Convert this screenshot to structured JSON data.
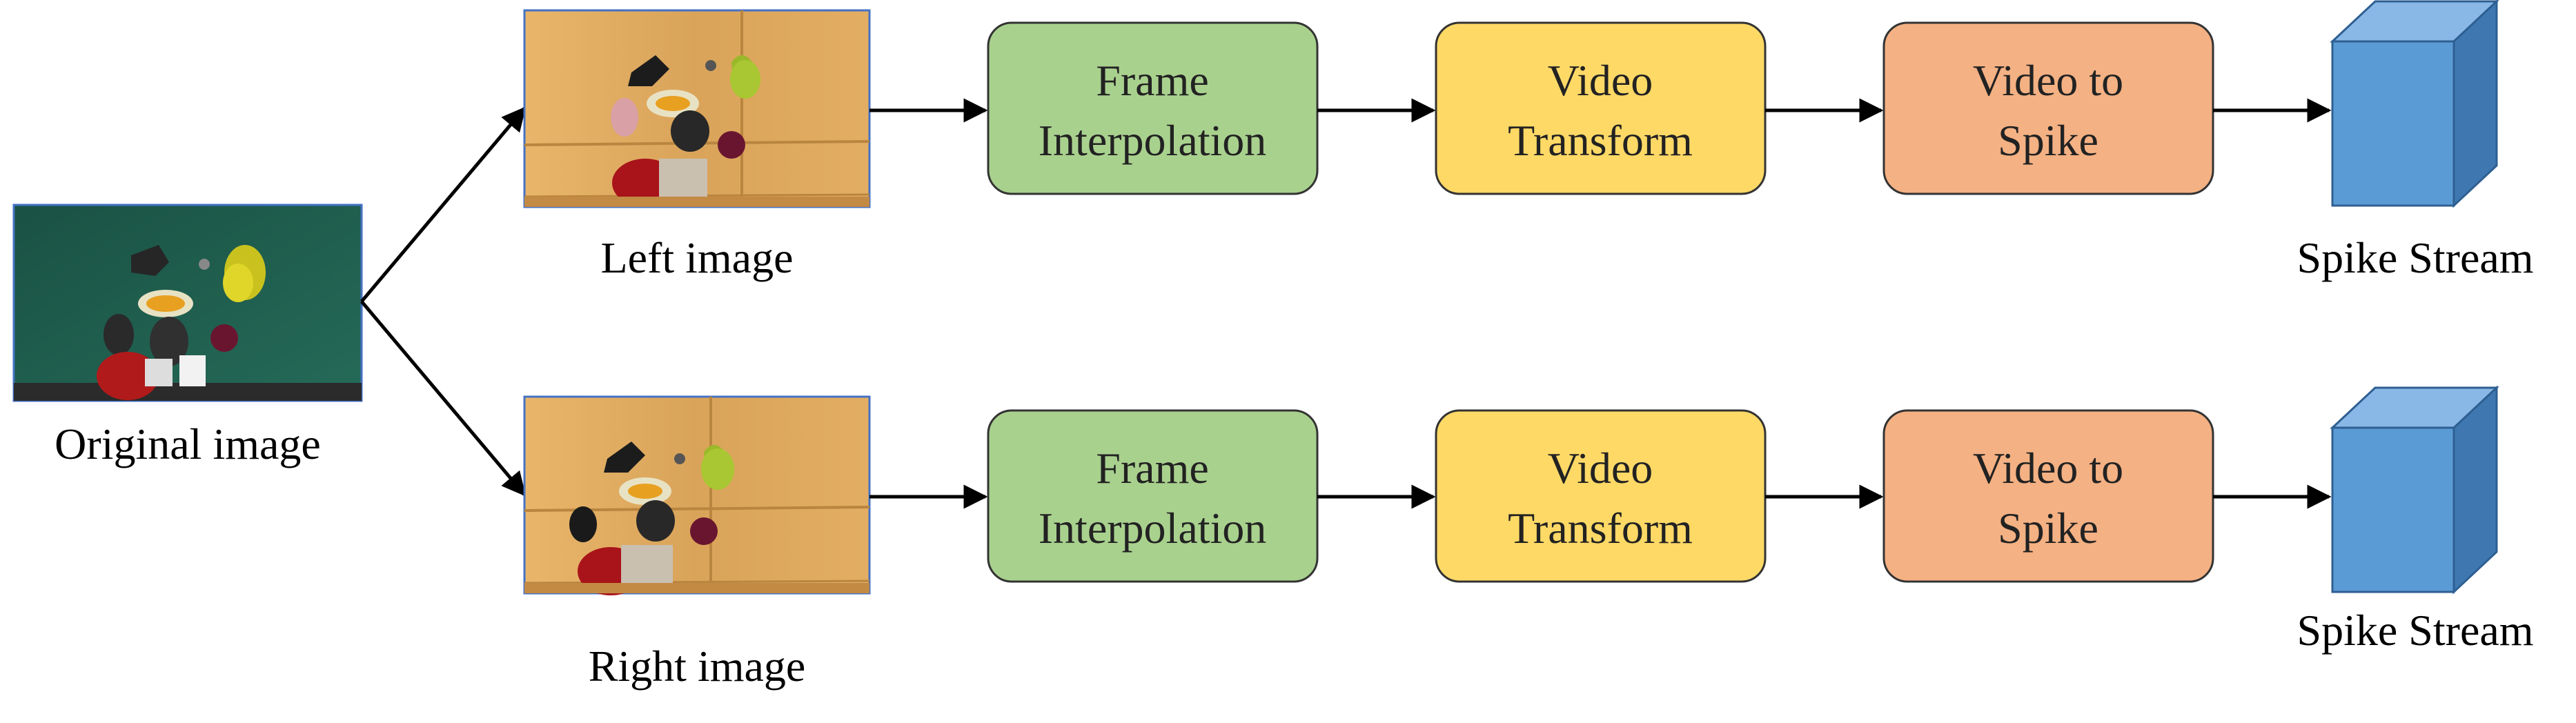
{
  "original": {
    "label": "Original image"
  },
  "branches": [
    {
      "image_label": "Left image",
      "steps": [
        {
          "line1": "Frame",
          "line2": "Interpolation",
          "color": "#a9d18e"
        },
        {
          "line1": "Video",
          "line2": "Transform",
          "color": "#ffd966"
        },
        {
          "line1": "Video to",
          "line2": "Spike",
          "color": "#f4b183"
        }
      ],
      "output_label": "Spike Stream"
    },
    {
      "image_label": "Right image",
      "steps": [
        {
          "line1": "Frame",
          "line2": "Interpolation",
          "color": "#a9d18e"
        },
        {
          "line1": "Video",
          "line2": "Transform",
          "color": "#ffd966"
        },
        {
          "line1": "Video to",
          "line2": "Spike",
          "color": "#f4b183"
        }
      ],
      "output_label": "Spike Stream"
    }
  ],
  "colors": {
    "box_border": "#333333",
    "arrow": "#000000",
    "cube_front": "#5b9bd5",
    "cube_top": "#8ab8e6",
    "cube_side": "#3f78b0",
    "photo_border": "#4472c4",
    "green_table": "#1f5a4a",
    "wood_table": "#d9a45a"
  }
}
